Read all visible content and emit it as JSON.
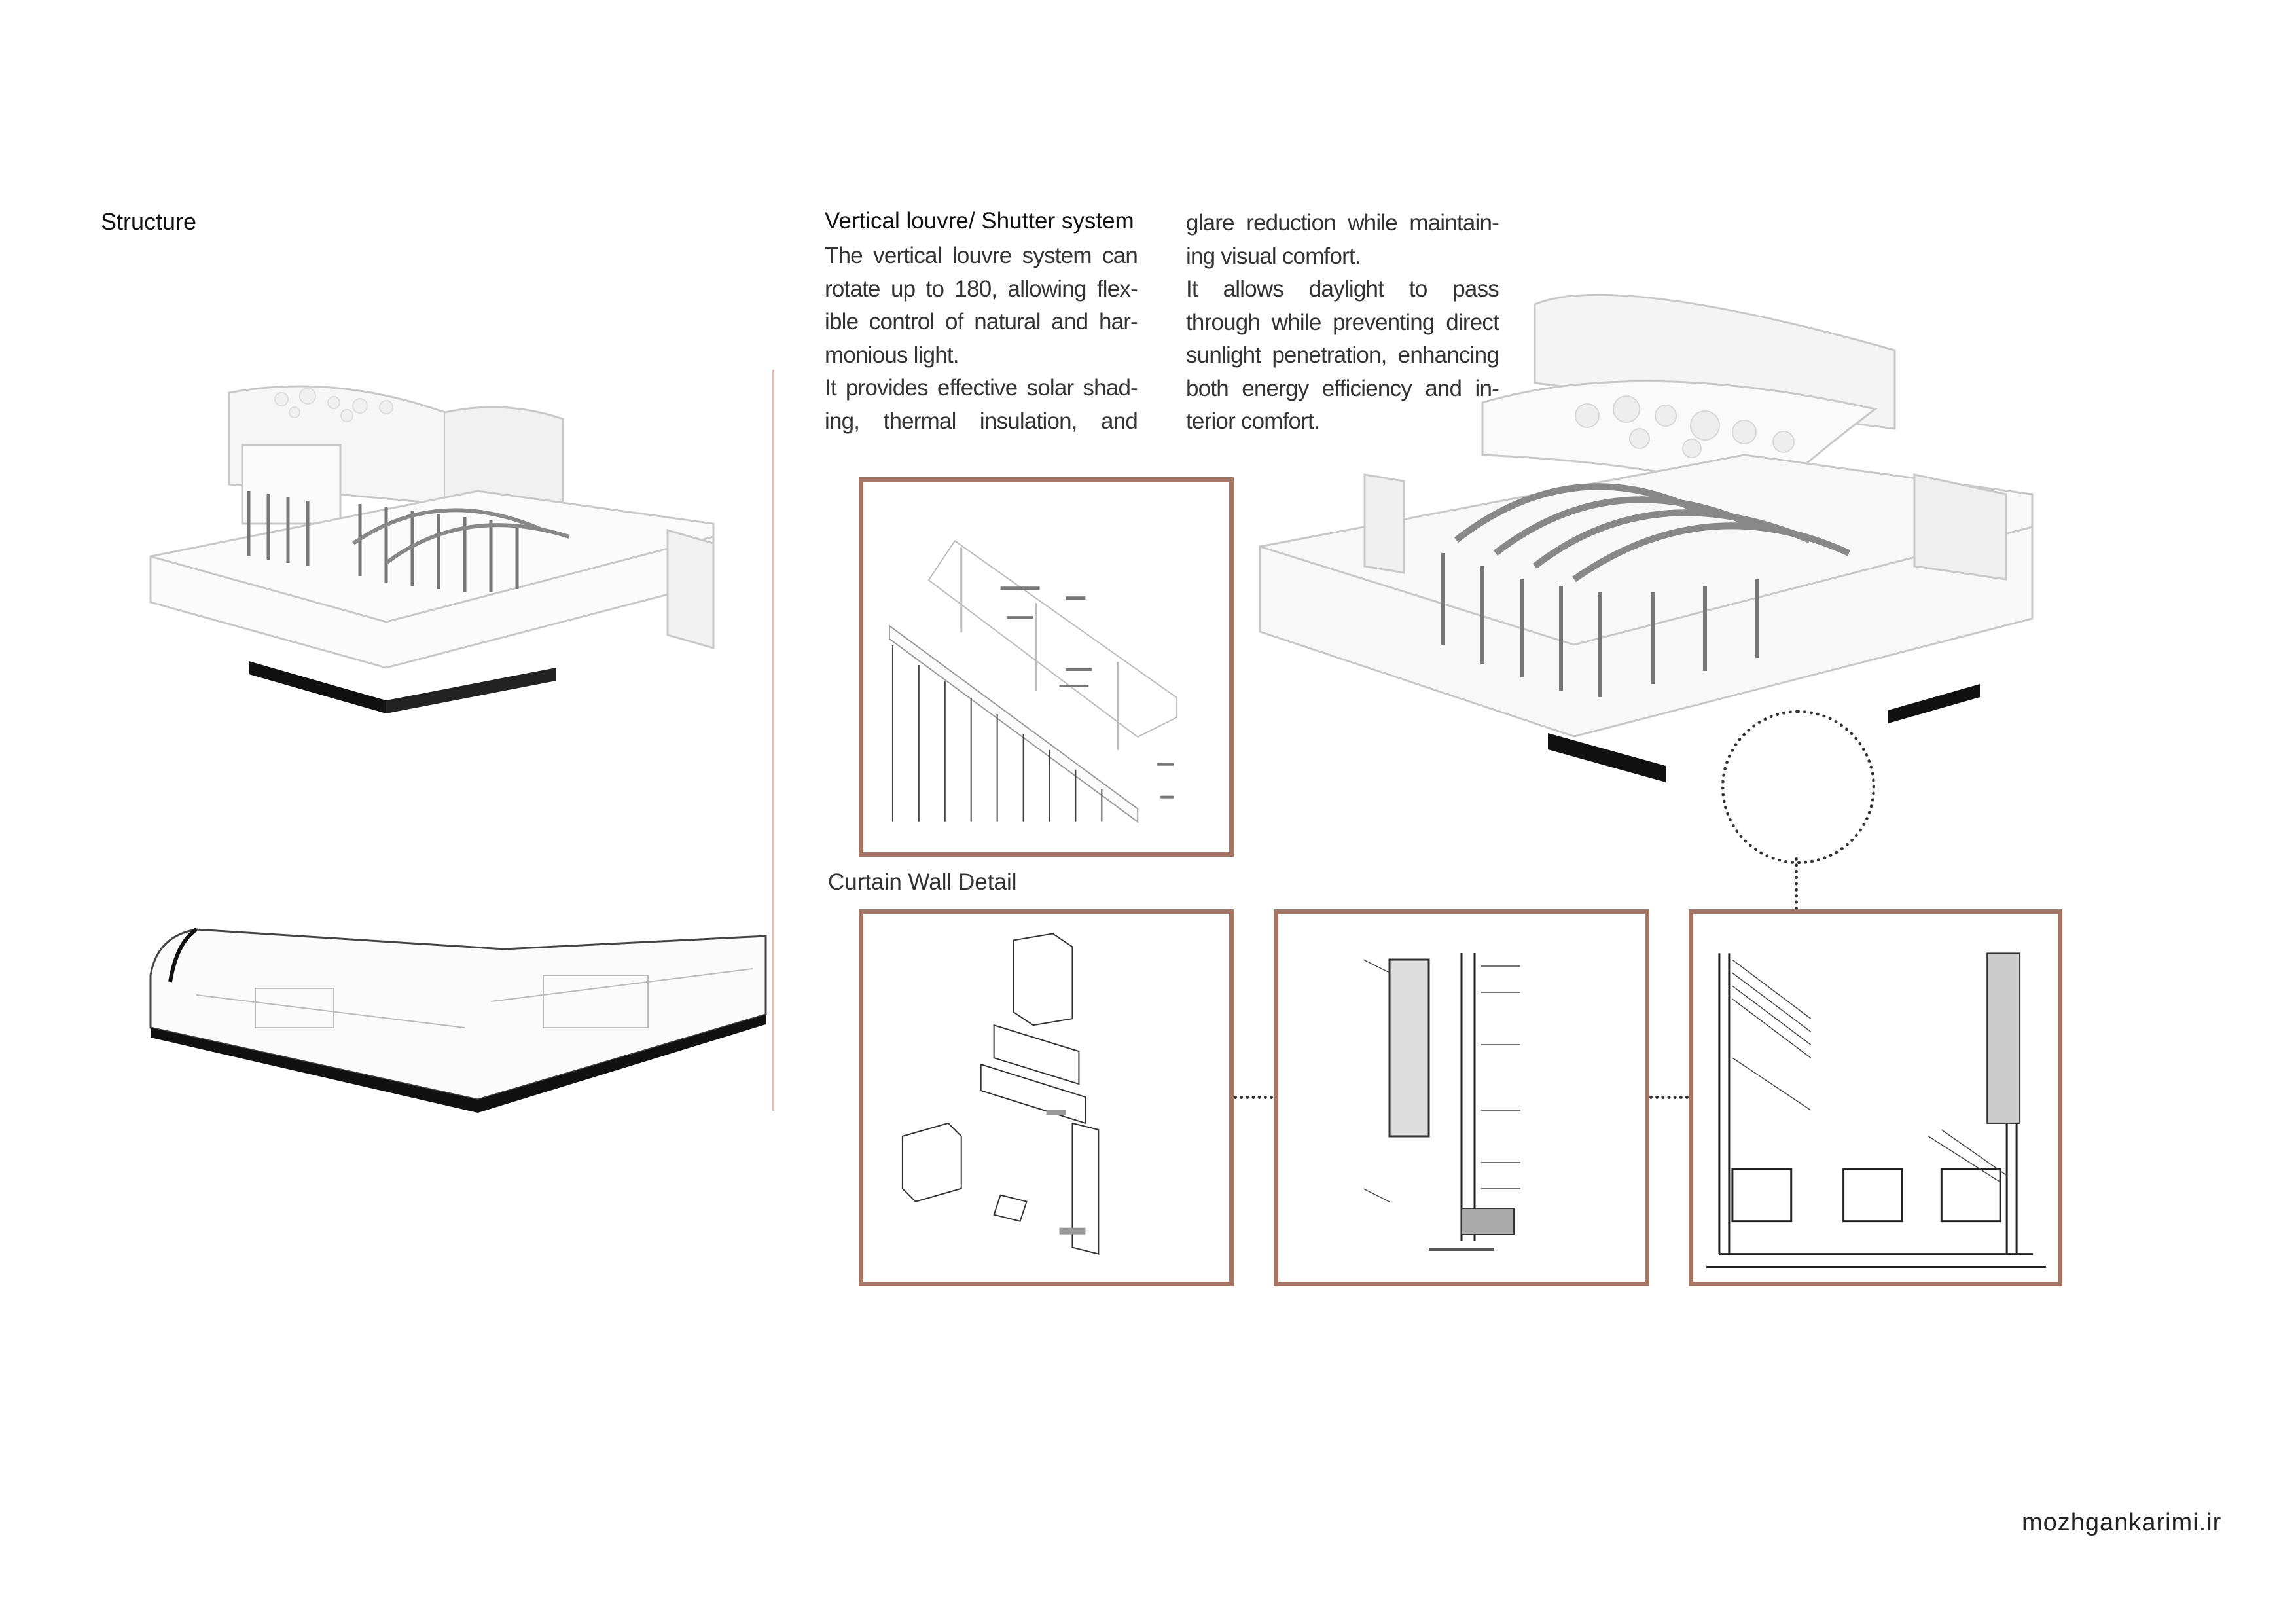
{
  "structure_heading": "Structure",
  "louvre": {
    "title": "Vertical louvre/ Shutter system",
    "col1_lines": [
      "The vertical louvre system can",
      "rotate up to 180, allowing flex-",
      "ible control of natural and har-",
      "monious light.",
      "It provides effective solar shad-",
      "ing, thermal insulation, and"
    ],
    "col2_lines": [
      "glare reduction while maintain-",
      "ing visual comfort.",
      "It allows daylight to pass",
      "through while preventing direct",
      "sunlight penetration, enhancing",
      "both energy efficiency and in-",
      "terior comfort."
    ]
  },
  "curtain_wall_heading": "Curtain Wall Detail",
  "footer": "mozhgankarimi.ir",
  "colors": {
    "frame": "#a27565",
    "divider": "#d9bfb5",
    "slab": "#111111"
  }
}
